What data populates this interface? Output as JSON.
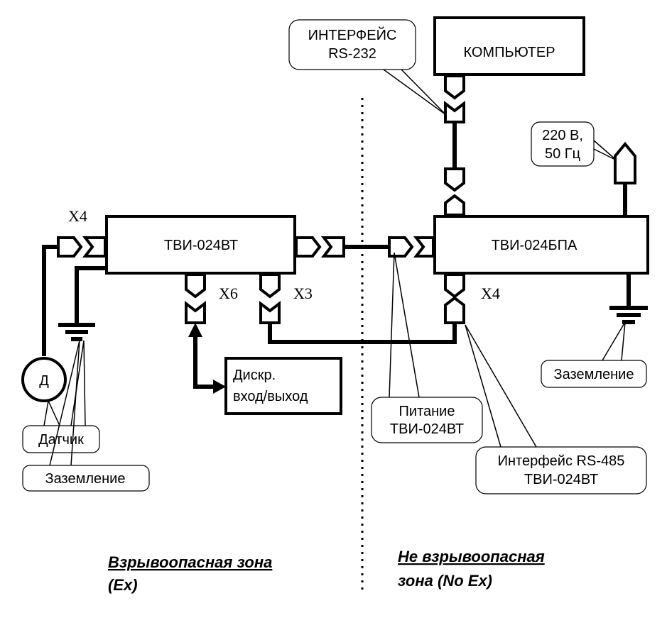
{
  "blocks": {
    "tvi_bt": "ТВИ-024ВТ",
    "tvi_bpa": "ТВИ-024БПА",
    "computer": "КОМПЬЮТЕР",
    "discrete_line1": "Дискр.",
    "discrete_line2": "вход/выход",
    "sensor_symbol": "Д"
  },
  "connectors": {
    "x4_left": "X4",
    "x6": "X6",
    "x3": "X3",
    "x4_right": "X4"
  },
  "callouts": {
    "rs232_line1": "ИНТЕРФЕЙС",
    "rs232_line2": "RS-232",
    "power_line1": "220 В,",
    "power_line2": "50 Гц",
    "ground_right": "Заземление",
    "supply_line1": "Питание",
    "supply_line2": "ТВИ-024ВТ",
    "rs485_line1": "Интерфейс RS-485",
    "rs485_line2": "ТВИ-024ВТ",
    "sensor": "Датчик",
    "ground_left": "Заземление"
  },
  "zones": {
    "hazard_line1": "Взрывоопасная зона",
    "hazard_line2": "(Ex)",
    "safe_line1": "Не взрывоопасная",
    "safe_line2": "зона (No Ex)"
  }
}
